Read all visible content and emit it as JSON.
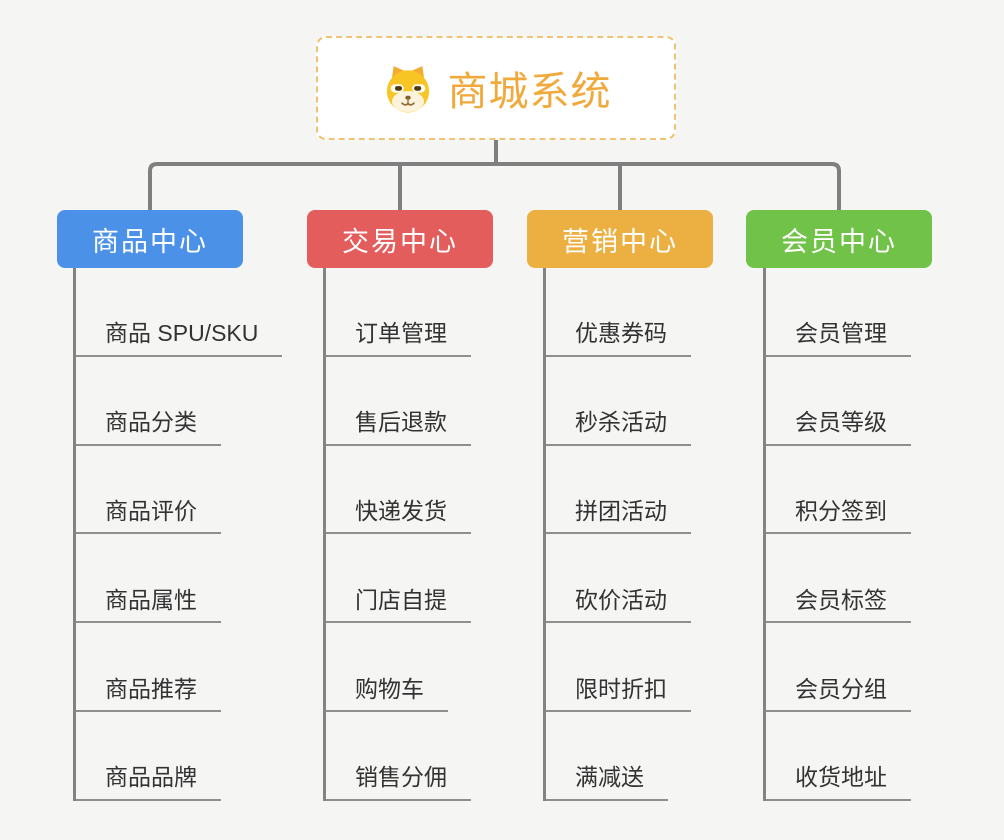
{
  "root": {
    "title": "商城系统",
    "icon": "dog-face-icon"
  },
  "branches": [
    {
      "label": "商品中心",
      "color": "#4B91E8",
      "children": [
        "商品 SPU/SKU",
        "商品分类",
        "商品评价",
        "商品属性",
        "商品推荐",
        "商品品牌"
      ]
    },
    {
      "label": "交易中心",
      "color": "#E25D5C",
      "children": [
        "订单管理",
        "售后退款",
        "快递发货",
        "门店自提",
        "购物车",
        "销售分佣"
      ]
    },
    {
      "label": "营销中心",
      "color": "#ECB042",
      "children": [
        "优惠券码",
        "秒杀活动",
        "拼团活动",
        "砍价活动",
        "限时折扣",
        "满减送"
      ]
    },
    {
      "label": "会员中心",
      "color": "#71C249",
      "children": [
        "会员管理",
        "会员等级",
        "积分签到",
        "会员标签",
        "会员分组",
        "收货地址"
      ]
    }
  ],
  "colors": {
    "background": "#F5F5F4",
    "connector": "#7F7F7F",
    "underline": "#8F8F8F",
    "child_text": "#333333",
    "root_title": "#F2A93B",
    "root_border": "#F1C273",
    "branch_blue": "#4B91E8",
    "branch_red": "#E25D5C",
    "branch_orange": "#ECB042",
    "branch_green": "#71C249"
  }
}
